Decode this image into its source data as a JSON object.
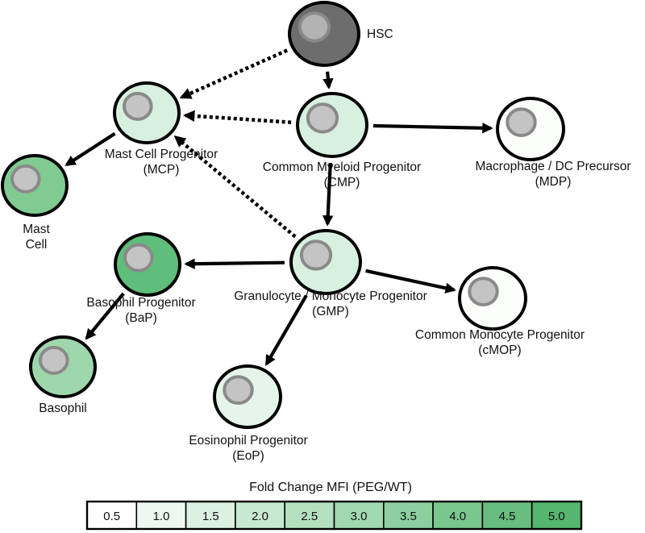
{
  "cells": {
    "hsc": {
      "label": [
        "HSC"
      ],
      "color": "#6d6d6d",
      "nucleus_color": "#b3b3b3"
    },
    "cmp": {
      "label": [
        "Common Myeloid Progenitor",
        "(CMP)"
      ],
      "color": "#d8f0e0",
      "nucleus_color": "#c4c4c4"
    },
    "mcp": {
      "label": [
        "Mast Cell Progenitor",
        "(MCP)"
      ],
      "color": "#d8f0e0",
      "nucleus_color": "#c4c4c4"
    },
    "mast": {
      "label": [
        "Mast",
        "Cell"
      ],
      "color": "#7fcb92",
      "nucleus_color": "#c4c4c4"
    },
    "mdp": {
      "label": [
        "Macrophage / DC Precursor",
        "(MDP)"
      ],
      "color": "#fbfdfb",
      "nucleus_color": "#c4c4c4"
    },
    "gmp": {
      "label": [
        "Granulocyte / Monocyte Progenitor",
        "(GMP)"
      ],
      "color": "#d8f0e0",
      "nucleus_color": "#c4c4c4"
    },
    "bap": {
      "label": [
        "Basophil Progenitor",
        "(BaP)"
      ],
      "color": "#5fbe79",
      "nucleus_color": "#c4c4c4"
    },
    "baso": {
      "label": [
        "Basophil"
      ],
      "color": "#9ed7ac",
      "nucleus_color": "#c4c4c4"
    },
    "eop": {
      "label": [
        "Eosinophil Progenitor",
        "(EoP)"
      ],
      "color": "#e6f5ea",
      "nucleus_color": "#c4c4c4"
    },
    "cmop": {
      "label": [
        "Common Monocyte Progenitor",
        "(cMOP)"
      ],
      "color": "#fbfdfb",
      "nucleus_color": "#c4c4c4"
    }
  },
  "edges": [
    {
      "from": "hsc",
      "to": "cmp",
      "style": "solid"
    },
    {
      "from": "hsc",
      "to": "mcp",
      "style": "dotted"
    },
    {
      "from": "cmp",
      "to": "mcp",
      "style": "dotted"
    },
    {
      "from": "cmp",
      "to": "mdp",
      "style": "solid"
    },
    {
      "from": "cmp",
      "to": "gmp",
      "style": "solid"
    },
    {
      "from": "mcp",
      "to": "mast",
      "style": "solid"
    },
    {
      "from": "gmp",
      "to": "mcp",
      "style": "dotted"
    },
    {
      "from": "gmp",
      "to": "bap",
      "style": "solid"
    },
    {
      "from": "gmp",
      "to": "cmop",
      "style": "solid"
    },
    {
      "from": "gmp",
      "to": "eop",
      "style": "solid"
    },
    {
      "from": "bap",
      "to": "baso",
      "style": "solid"
    }
  ],
  "legend": {
    "title": "Fold Change MFI (PEG/WT)",
    "bins": [
      {
        "label": "0.5",
        "color": "#ffffff"
      },
      {
        "label": "1.0",
        "color": "#edf8f0"
      },
      {
        "label": "1.5",
        "color": "#dcf1e2"
      },
      {
        "label": "2.0",
        "color": "#c8e9d1"
      },
      {
        "label": "2.5",
        "color": "#b4e0c0"
      },
      {
        "label": "3.0",
        "color": "#a0d8af"
      },
      {
        "label": "3.5",
        "color": "#8dcf9e"
      },
      {
        "label": "4.0",
        "color": "#7ac78e"
      },
      {
        "label": "4.5",
        "color": "#67be7e"
      },
      {
        "label": "5.0",
        "color": "#55b66f"
      }
    ]
  }
}
